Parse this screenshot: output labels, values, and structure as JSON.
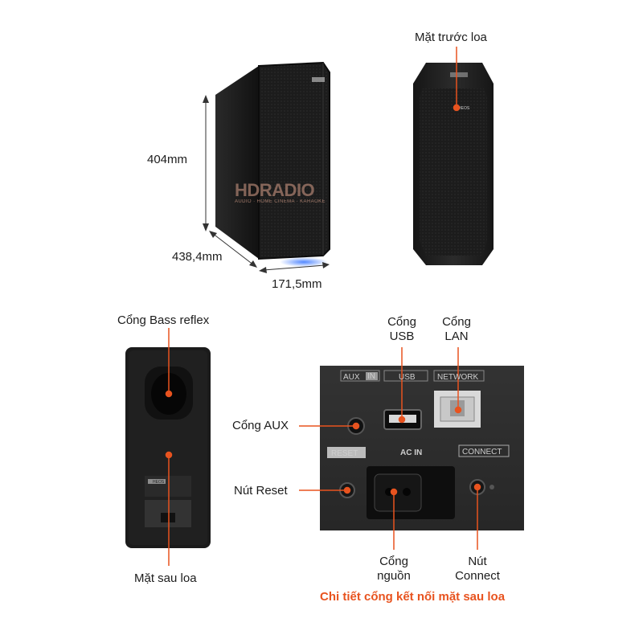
{
  "dimensions": {
    "height": "404mm",
    "depth": "438,4mm",
    "width": "171,5mm"
  },
  "labels": {
    "front": "Mặt trước loa",
    "bass_reflex": "Cổng Bass reflex",
    "back": "Mặt sau loa",
    "usb_line1": "Cổng",
    "usb_line2": "USB",
    "lan_line1": "Cổng",
    "lan_line2": "LAN",
    "aux": "Cổng AUX",
    "reset": "Nút Reset",
    "power_line1": "Cổng",
    "power_line2": "nguồn",
    "connect_line1": "Nút",
    "connect_line2": "Connect"
  },
  "caption": "Chi tiết cổng kết nối mặt sau loa",
  "panel": {
    "aux": "AUX",
    "aux_in": "IN",
    "usb": "USB",
    "network": "NETWORK",
    "reset": "RESET",
    "ac_in": "AC IN",
    "connect": "CONNECT"
  },
  "watermark": {
    "brand": "HDRADIO",
    "tagline": "AUDIO · HOME CINEMA · KARAOKE"
  },
  "speaker_badge": "HEOS",
  "colors": {
    "callout": "#e8531f",
    "caption": "#e8531f",
    "speaker_body": "#1b1b1b"
  }
}
